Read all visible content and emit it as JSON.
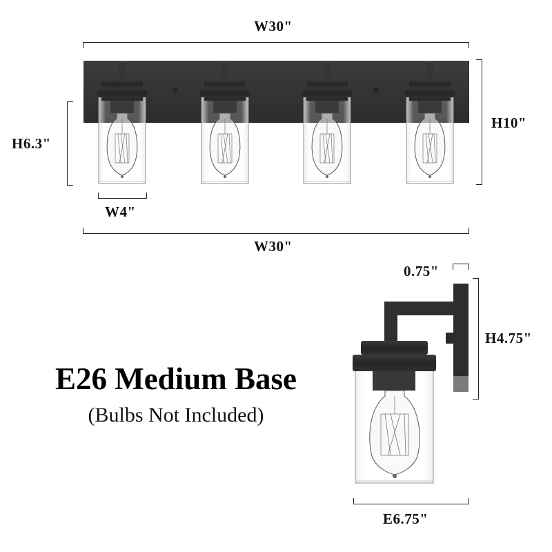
{
  "front_view": {
    "width_top_label": "W30\"",
    "width_bottom_label": "W30\"",
    "height_total_label": "H10\"",
    "shade_height_label": "H6.3\"",
    "shade_width_label": "W4\"",
    "light_count": 4
  },
  "side_view": {
    "backplate_depth_label": "0.75\"",
    "backplate_height_label": "H4.75\"",
    "extension_label": "E6.75\""
  },
  "bulb_info": {
    "title": "E26 Medium Base",
    "subtitle": "(Bulbs Not Included)"
  },
  "colors": {
    "fixture_black": "#2f3031",
    "fixture_dark": "#222324",
    "glass_edge": "#9a9c9e",
    "background": "#ffffff"
  }
}
